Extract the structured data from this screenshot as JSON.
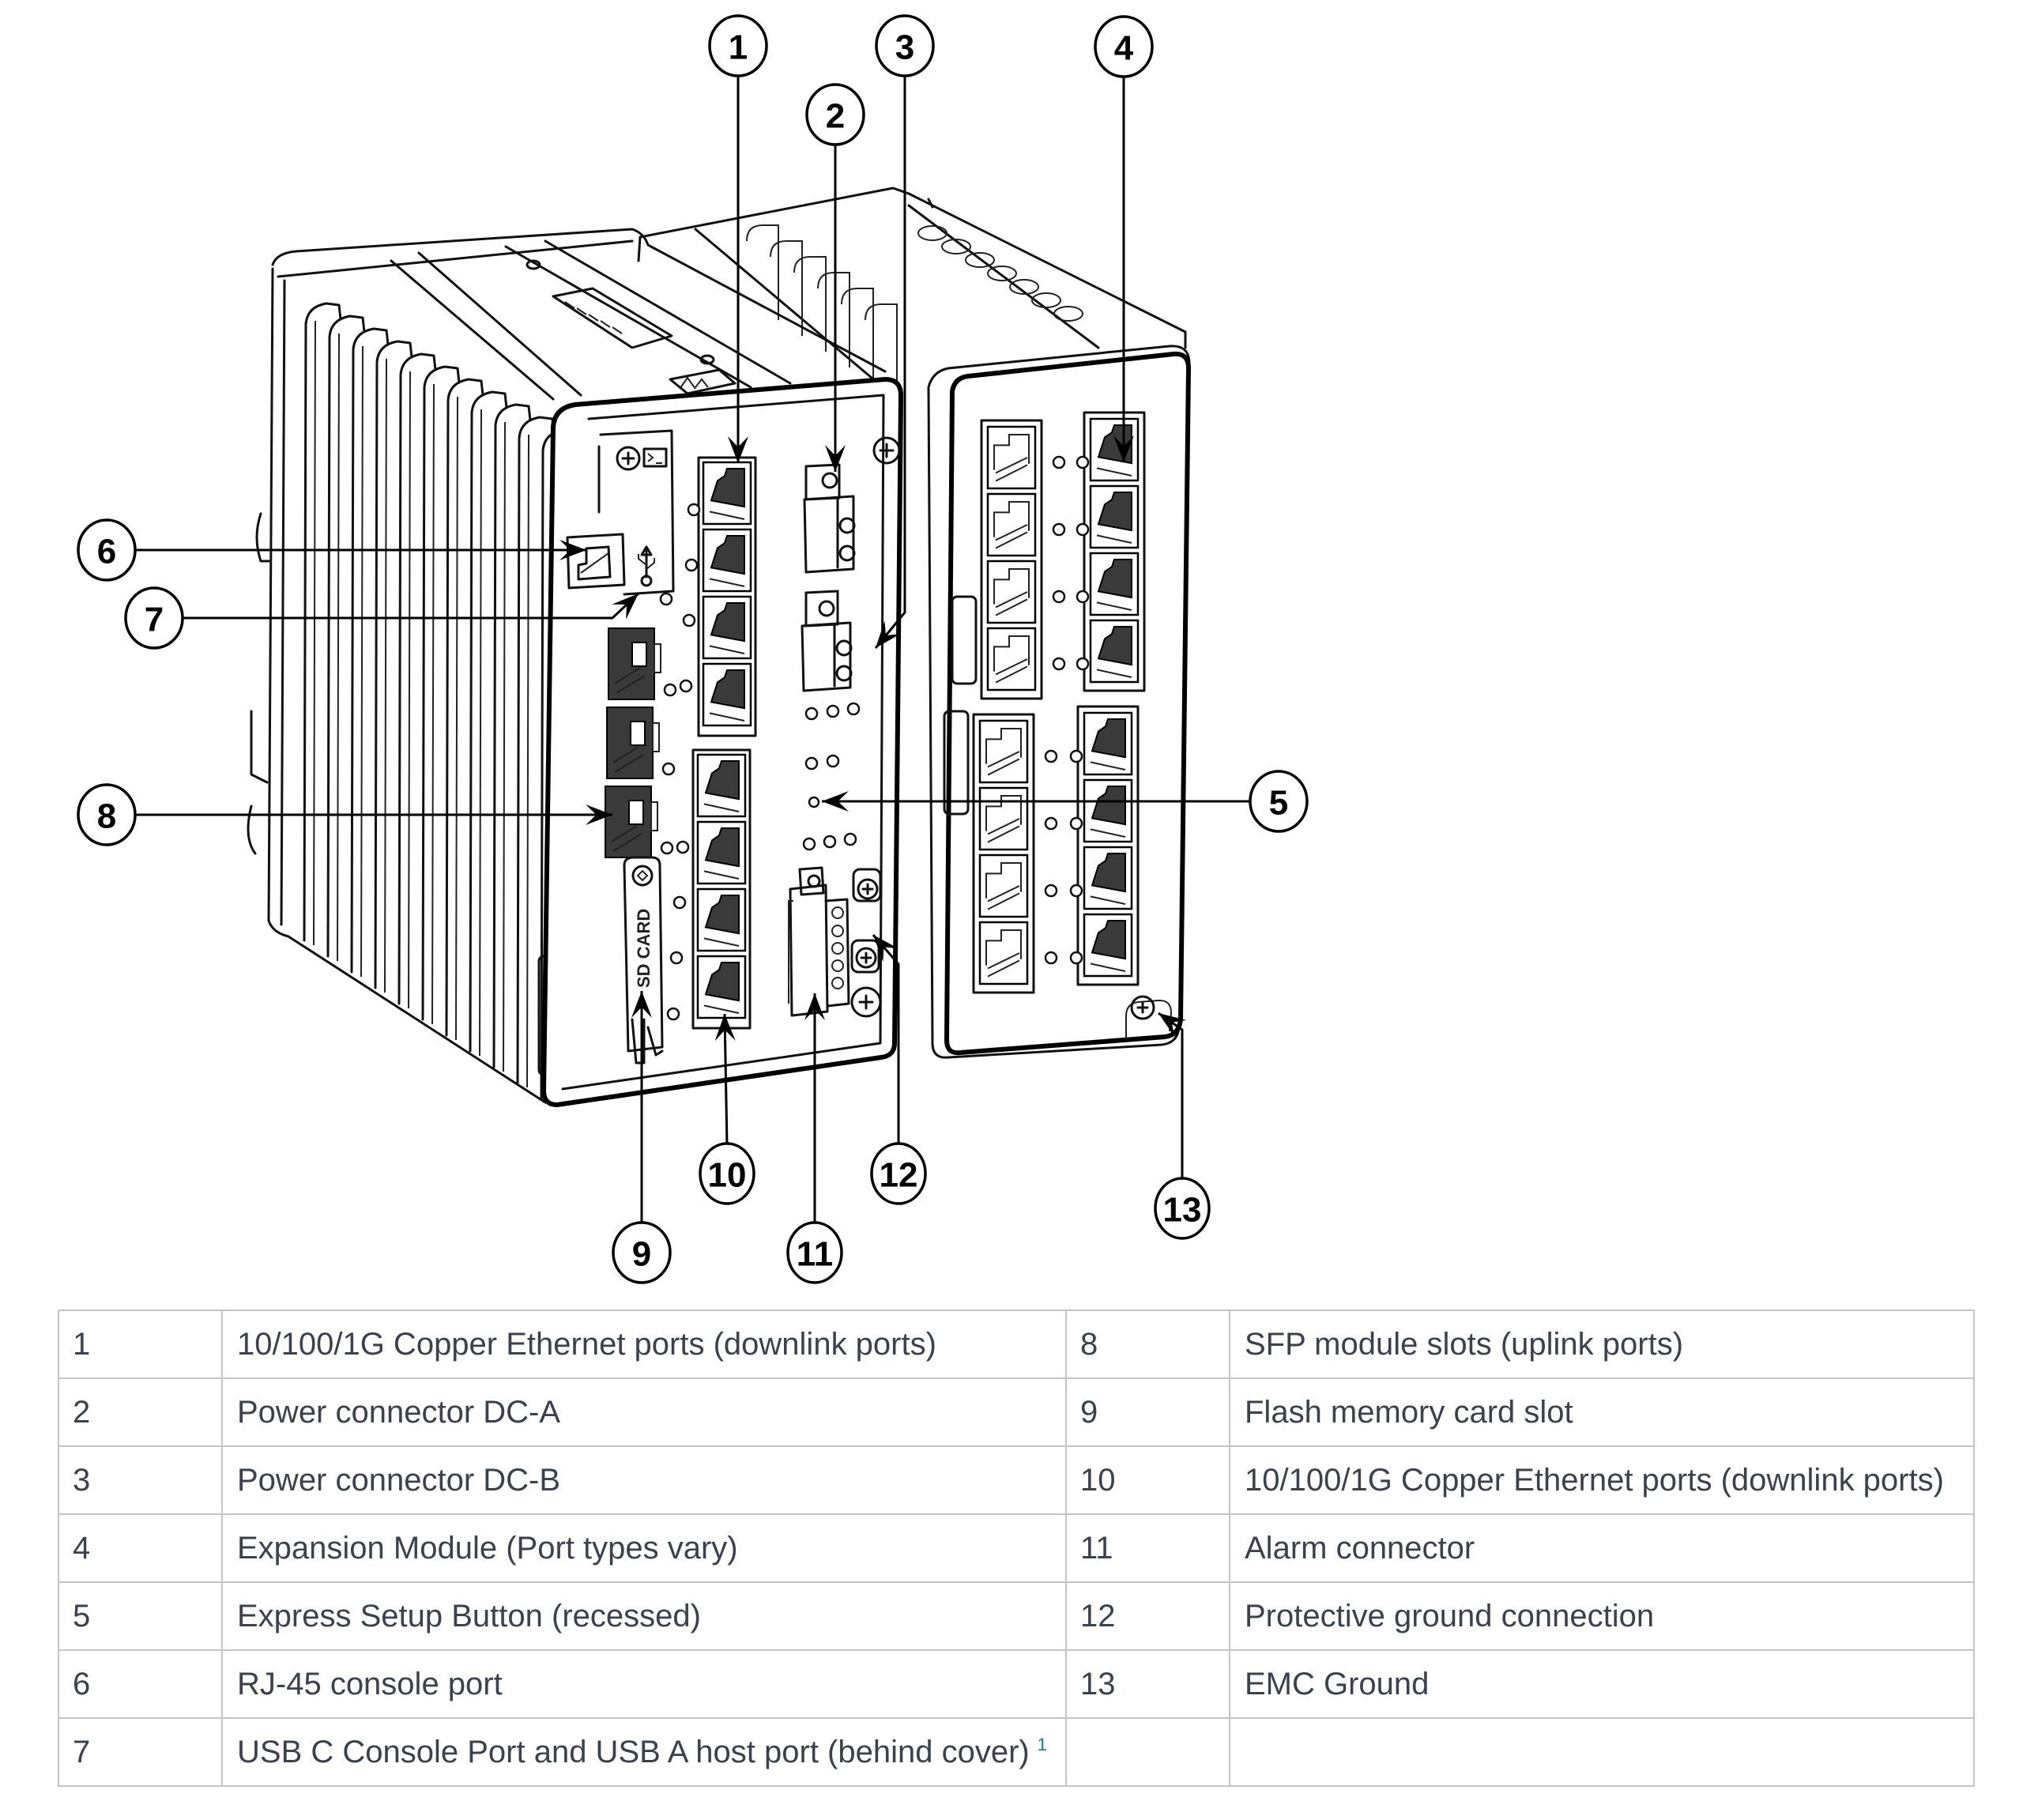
{
  "figure": {
    "description": "Cisco industrial switch front panel with expansion module",
    "sd_card_label": "SD CARD",
    "callouts": [
      "1",
      "2",
      "3",
      "4",
      "5",
      "6",
      "7",
      "8",
      "9",
      "10",
      "11",
      "12",
      "13"
    ]
  },
  "legend": {
    "rows": [
      {
        "left_num": "1",
        "left_desc": "10/100/1G Copper Ethernet ports (downlink ports)",
        "right_num": "8",
        "right_desc": "SFP module slots (uplink ports)"
      },
      {
        "left_num": "2",
        "left_desc": "Power connector DC-A",
        "right_num": "9",
        "right_desc": "Flash memory card slot"
      },
      {
        "left_num": "3",
        "left_desc": "Power connector DC-B",
        "right_num": "10",
        "right_desc": "10/100/1G Copper Ethernet ports (downlink ports)"
      },
      {
        "left_num": "4",
        "left_desc": "Expansion Module (Port types vary)",
        "right_num": "11",
        "right_desc": "Alarm connector"
      },
      {
        "left_num": "5",
        "left_desc": "Express Setup Button (recessed)",
        "right_num": "12",
        "right_desc": "Protective ground connection"
      },
      {
        "left_num": "6",
        "left_desc": "RJ-45 console port",
        "right_num": "13",
        "right_desc": "EMC Ground"
      },
      {
        "left_num": "7",
        "left_desc": "USB C Console Port and USB A host port (behind cover)",
        "left_footnote": "1",
        "right_num": "",
        "right_desc": ""
      }
    ]
  },
  "colors": {
    "text": "#39424e",
    "border": "#c4c4c4",
    "footnote_link": "#0d7c9e",
    "line_art": "#000000"
  }
}
